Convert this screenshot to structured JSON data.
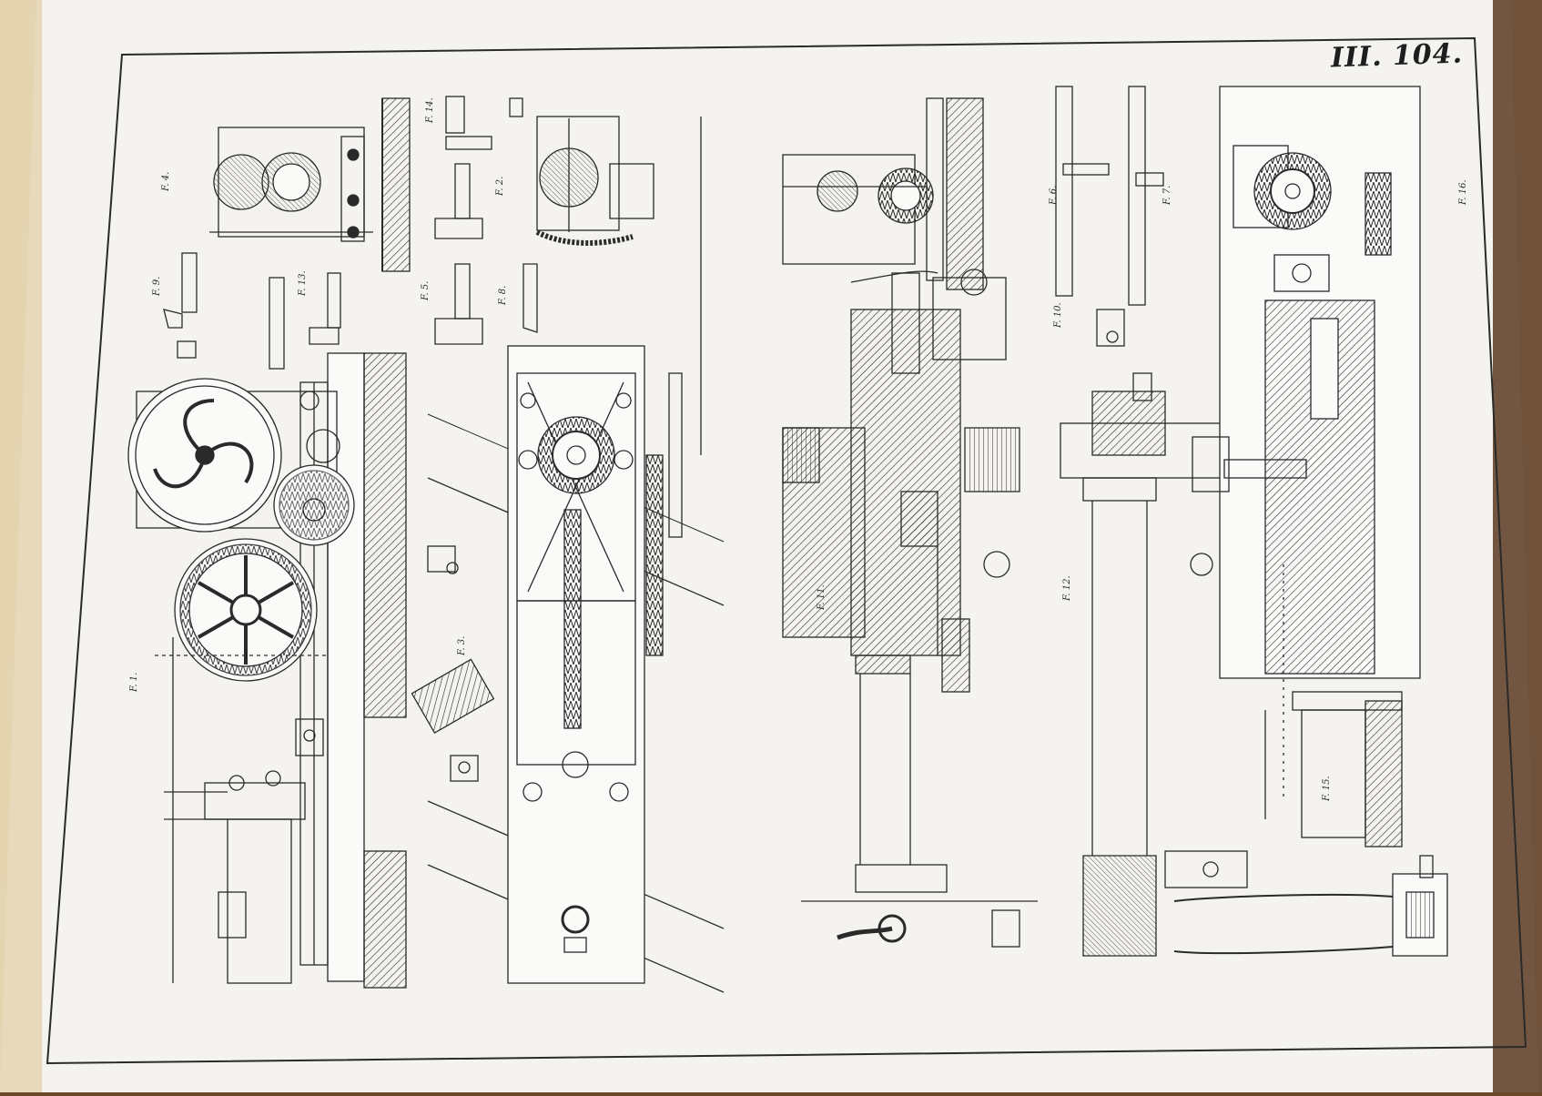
{
  "plate": {
    "label": "III. 104."
  },
  "figures": [
    {
      "id": "fig-1",
      "label": "F. 1."
    },
    {
      "id": "fig-2",
      "label": "F. 2."
    },
    {
      "id": "fig-3",
      "label": "F. 3."
    },
    {
      "id": "fig-4",
      "label": "F. 4."
    },
    {
      "id": "fig-5",
      "label": "F. 5."
    },
    {
      "id": "fig-6",
      "label": "F. 6."
    },
    {
      "id": "fig-7",
      "label": "F. 7."
    },
    {
      "id": "fig-8",
      "label": "F. 8."
    },
    {
      "id": "fig-9",
      "label": "F. 9."
    },
    {
      "id": "fig-10",
      "label": "F. 10."
    },
    {
      "id": "fig-11",
      "label": "F. 11."
    },
    {
      "id": "fig-12",
      "label": "F. 12."
    },
    {
      "id": "fig-13",
      "label": "F. 13."
    },
    {
      "id": "fig-14",
      "label": "F. 14."
    },
    {
      "id": "fig-15",
      "label": "F. 15."
    },
    {
      "id": "fig-16",
      "label": "F. 16."
    }
  ],
  "colors": {
    "paper": "#f4f3ef",
    "ink": "#2a2a2a",
    "book_edge": "#6b4a2c",
    "page_edge": "#e8dcc2"
  }
}
